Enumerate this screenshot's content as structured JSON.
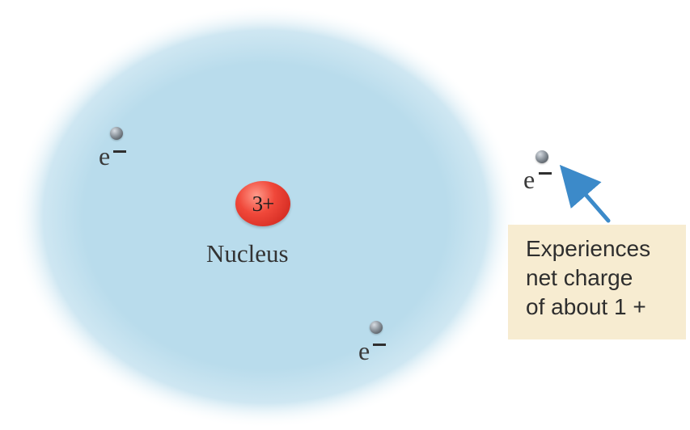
{
  "diagram": {
    "colors": {
      "cloud": "#b9dcec",
      "nucleus": "#e8372b",
      "arrow": "#3c8ac9",
      "callout_bg": "#f7ecd1"
    },
    "nucleus": {
      "charge": "3+",
      "label": "Nucleus"
    },
    "electrons": [
      {
        "symbol": "e",
        "sign": "−"
      },
      {
        "symbol": "e",
        "sign": "−"
      },
      {
        "symbol": "e",
        "sign": "−"
      }
    ],
    "callout": {
      "lines": [
        "Experiences",
        "net charge",
        "of about 1 +"
      ]
    }
  }
}
